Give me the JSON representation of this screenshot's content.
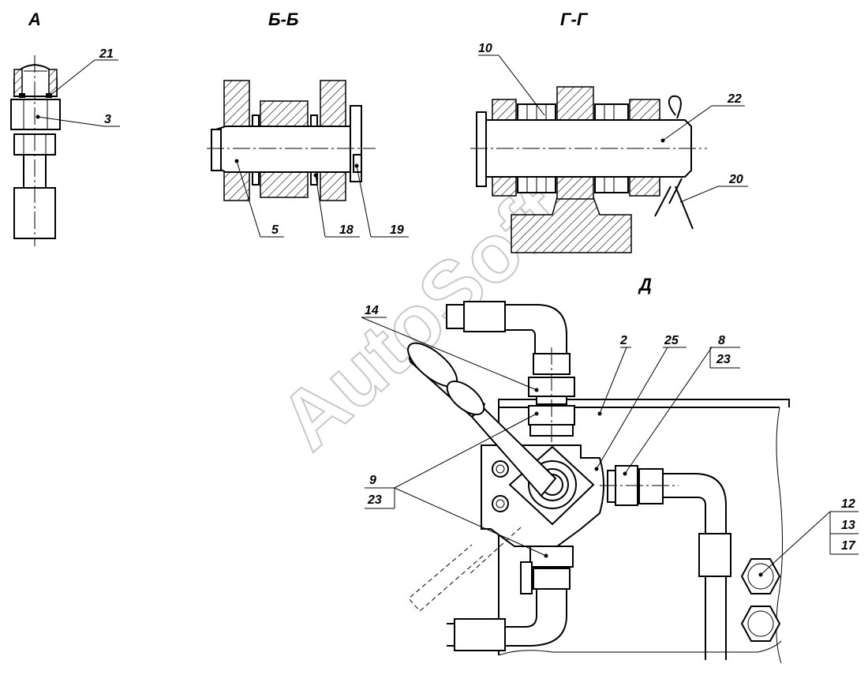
{
  "views": {
    "view_a": "А",
    "section_bb": "Б-Б",
    "section_gg": "Г-Г",
    "view_d": "Д"
  },
  "callouts": {
    "c21": "21",
    "c3": "3",
    "c5": "5",
    "c18": "18",
    "c19": "19",
    "c10": "10",
    "c22": "22",
    "c20": "20",
    "c14": "14",
    "c2": "2",
    "c25": "25",
    "c8": "8",
    "c23a": "23",
    "c9": "9",
    "c23b": "23",
    "c12": "12",
    "c13": "13",
    "c17": "17"
  },
  "watermark": "AutoSoft"
}
